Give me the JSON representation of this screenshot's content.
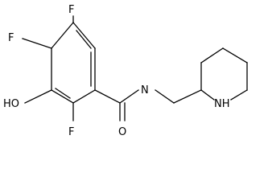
{
  "molecule": {
    "atoms": {
      "f_top": "F",
      "f_left": "F",
      "oh": "HO",
      "f_bottom": "F",
      "o_carbonyl": "O",
      "n_amide": "N",
      "nh_ring": "NH"
    }
  }
}
